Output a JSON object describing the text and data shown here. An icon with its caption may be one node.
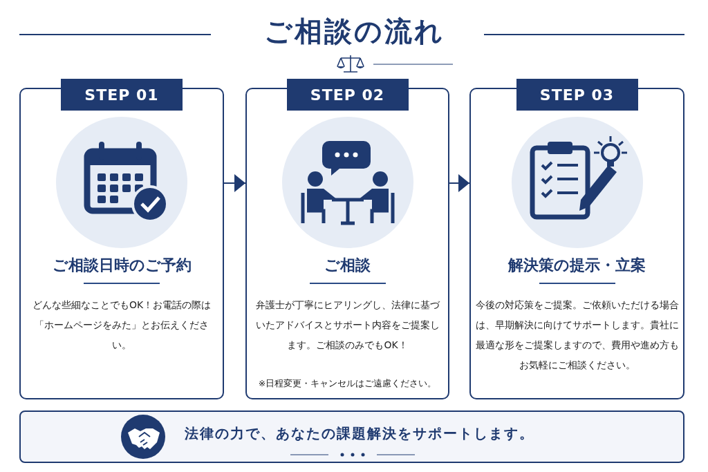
{
  "diagram": {
    "title": "ご相談の流れ",
    "nodes": [
      {
        "text": [
          "STEP 01",
          "ご相談日時のご予約",
          "どんな些細なことでもOK！お電話の際は「ホームページをみた」とお伝えください。"
        ]
      },
      {
        "text": [
          "STEP 02",
          "ご相談",
          "弁護士が丁寧にヒアリングし、法律に基づいたアドバイスとサポート内容をご提案します。ご相談のみでもOK！",
          "※日程変更・キャンセルはご遠慮ください。"
        ]
      },
      {
        "text": [
          "STEP 03",
          "解決策の提示・立案",
          "今後の対応策をご提案。ご依頼いただける場合は、早期解決に向けてサポートします。貴社に最適な形をご提案しますので、費用や進め方もお気軽にご相談ください。"
        ]
      },
      {
        "text": [
          "法律の力で、あなたの課題解決をサポートします。"
        ]
      }
    ],
    "edges": [
      {
        "from": 0,
        "to": 1,
        "arrow": "to"
      },
      {
        "from": 1,
        "to": 2,
        "arrow": "to"
      }
    ]
  }
}
